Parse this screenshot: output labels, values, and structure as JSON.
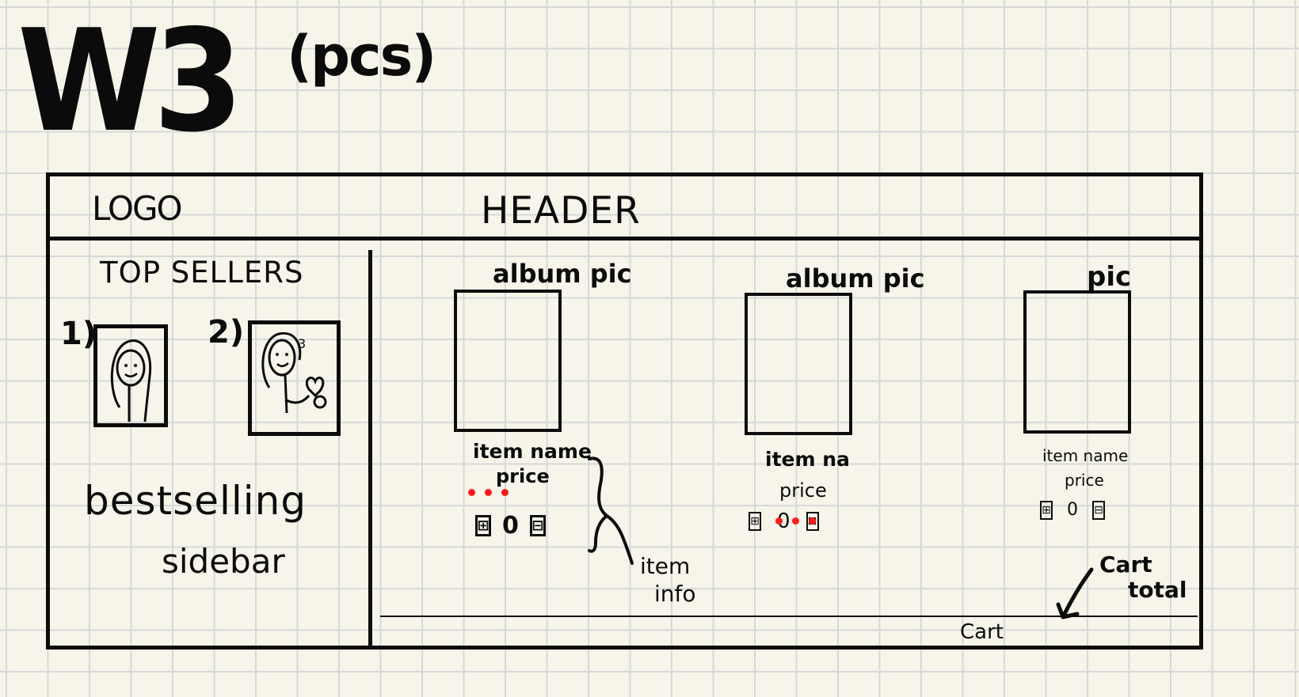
{
  "title": {
    "main": "W3",
    "sub": "(pcs)"
  },
  "header": {
    "logo": "LOGO",
    "label": "HEADER"
  },
  "sidebar": {
    "heading": "TOP SELLERS",
    "sellers": [
      {
        "rank": "1)"
      },
      {
        "rank": "2)"
      }
    ],
    "caption_line1": "bestselling",
    "caption_line2": "sidebar"
  },
  "products": [
    {
      "pic_label": "album pic",
      "name": "item name",
      "price": "price",
      "minus": "⊟",
      "qty": "0",
      "plus": "⊞"
    },
    {
      "pic_label": "album pic",
      "name": "item na",
      "price": "price",
      "minus": "⊟",
      "qty": "0",
      "plus": "⊞"
    },
    {
      "pic_label": "pic",
      "name": "item name",
      "price": "price",
      "minus": "⊟",
      "qty": "0",
      "plus": "⊞"
    }
  ],
  "annotations": {
    "item_info_line1": "item",
    "item_info_line2": "info",
    "cart_total_line1": "Cart",
    "cart_total_line2": "total",
    "cart": "Cart"
  },
  "colors": {
    "paper": "#f7f5ea",
    "grid": "#d6d9d9",
    "ink": "#0c0c0c",
    "marker": "#ff1a1a"
  }
}
